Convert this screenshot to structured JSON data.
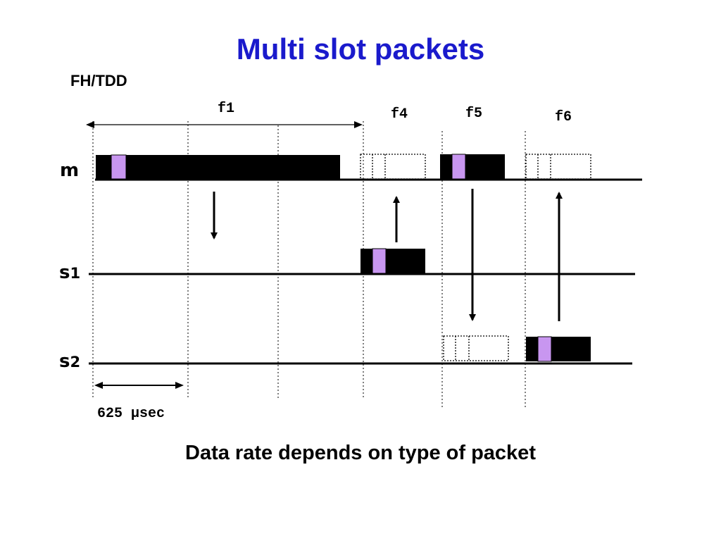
{
  "title": "Multi slot packets",
  "subtitle": "FH/TDD",
  "caption": "Data rate depends on type of packet",
  "stations": {
    "m": {
      "main": "m",
      "sub": ""
    },
    "s1": {
      "main": "s",
      "sub": "1"
    },
    "s2": {
      "main": "s",
      "sub": "2"
    }
  },
  "frequency_labels": {
    "f1": "f1",
    "f4": "f4",
    "f5": "f5",
    "f6": "f6"
  },
  "slot_duration_label": "625 µsec",
  "colors": {
    "title": "#1a1acc",
    "packet_fill": "#000000",
    "header_marker": "#c896f0",
    "timeline": "#000000"
  }
}
